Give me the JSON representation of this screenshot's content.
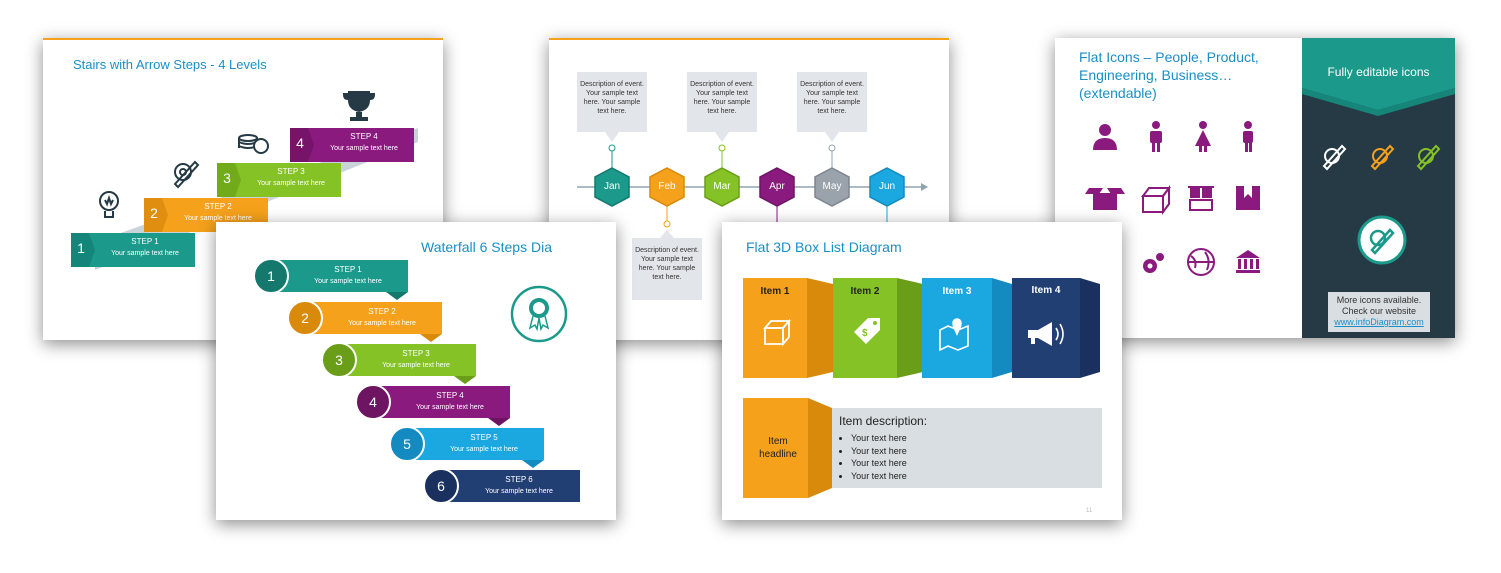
{
  "colors": {
    "teal": "#1b9a8c",
    "orange": "#f5a11c",
    "green": "#84c225",
    "purple": "#8b1a7e",
    "blue": "#1ba8e0",
    "navy": "#223f73",
    "grey": "#9aa3ab",
    "dark": "#263a45",
    "accent": "#1a8fc6"
  },
  "stairs": {
    "title": "Stairs with Arrow Steps - 4 Levels",
    "steps": [
      {
        "num": "1",
        "label": "STEP 1",
        "text": "Your sample text here"
      },
      {
        "num": "2",
        "label": "STEP 2",
        "text": "Your sample text here"
      },
      {
        "num": "3",
        "label": "STEP 3",
        "text": "Your sample text here"
      },
      {
        "num": "4",
        "label": "STEP 4",
        "text": "Your sample text here"
      }
    ],
    "icons": [
      "lightbulb-icon",
      "gear-pencil-icon",
      "coins-icon",
      "trophy-icon"
    ]
  },
  "timeline": {
    "months": [
      "Jan",
      "Feb",
      "Mar",
      "Apr",
      "May",
      "Jun"
    ],
    "description": "Description of event. Your sample text here. Your sample text here."
  },
  "icons_slide": {
    "title": "Flat Icons – People, Product, Engineering, Business… (extendable)",
    "panel_heading": "Fully editable icons",
    "more_text": "More icons available. Check our website",
    "link": "www.infoDiagram.com",
    "icons": [
      "person-icon",
      "man-icon",
      "woman-icon",
      "businessman-icon",
      "open-box-icon",
      "box-icon",
      "pallet-icon",
      "bookmark-box-icon",
      "gears-icon",
      "globe-icon",
      "bank-icon"
    ]
  },
  "waterfall": {
    "title": "Waterfall 6 Steps Dia",
    "steps": [
      {
        "num": "1",
        "label": "STEP 1",
        "text": "Your sample text here"
      },
      {
        "num": "2",
        "label": "STEP 2",
        "text": "Your sample text here"
      },
      {
        "num": "3",
        "label": "STEP 3",
        "text": "Your sample text here"
      },
      {
        "num": "4",
        "label": "STEP 4",
        "text": "Your sample text here"
      },
      {
        "num": "5",
        "label": "STEP 5",
        "text": "Your sample text here"
      },
      {
        "num": "6",
        "label": "STEP 6",
        "text": "Your sample text here"
      }
    ]
  },
  "box3d": {
    "title": "Flat 3D Box List Diagram",
    "items": [
      "Item 1",
      "Item 2",
      "Item 3",
      "Item 4"
    ],
    "item_icons": [
      "box-icon",
      "price-tag-icon",
      "map-pin-icon",
      "megaphone-icon"
    ],
    "headline": "Item headline",
    "desc_title": "Item description:",
    "bullets": [
      "Your text here",
      "Your text here",
      "Your text here",
      "Your text here"
    ],
    "page_number": "11"
  }
}
